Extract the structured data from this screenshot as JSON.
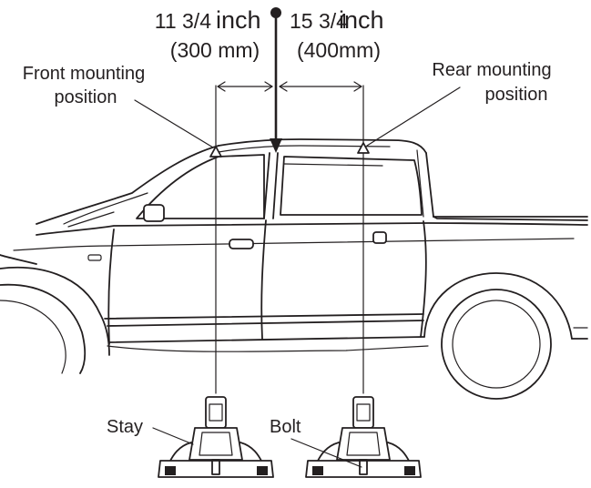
{
  "figure": {
    "front_dimension": {
      "label": "11 3/4",
      "unit": "inch",
      "metric": "(300 mm)"
    },
    "rear_dimension": {
      "label": "15 3/4",
      "unit": "inch",
      "metric": "(400mm)"
    },
    "front_mounting_label": [
      "Front mounting",
      "position"
    ],
    "rear_mounting_label": [
      "Rear mounting",
      "position"
    ],
    "stay_label": "Stay",
    "bolt_label": "Bolt",
    "line_color": "#231f20",
    "background_color": "#ffffff"
  }
}
